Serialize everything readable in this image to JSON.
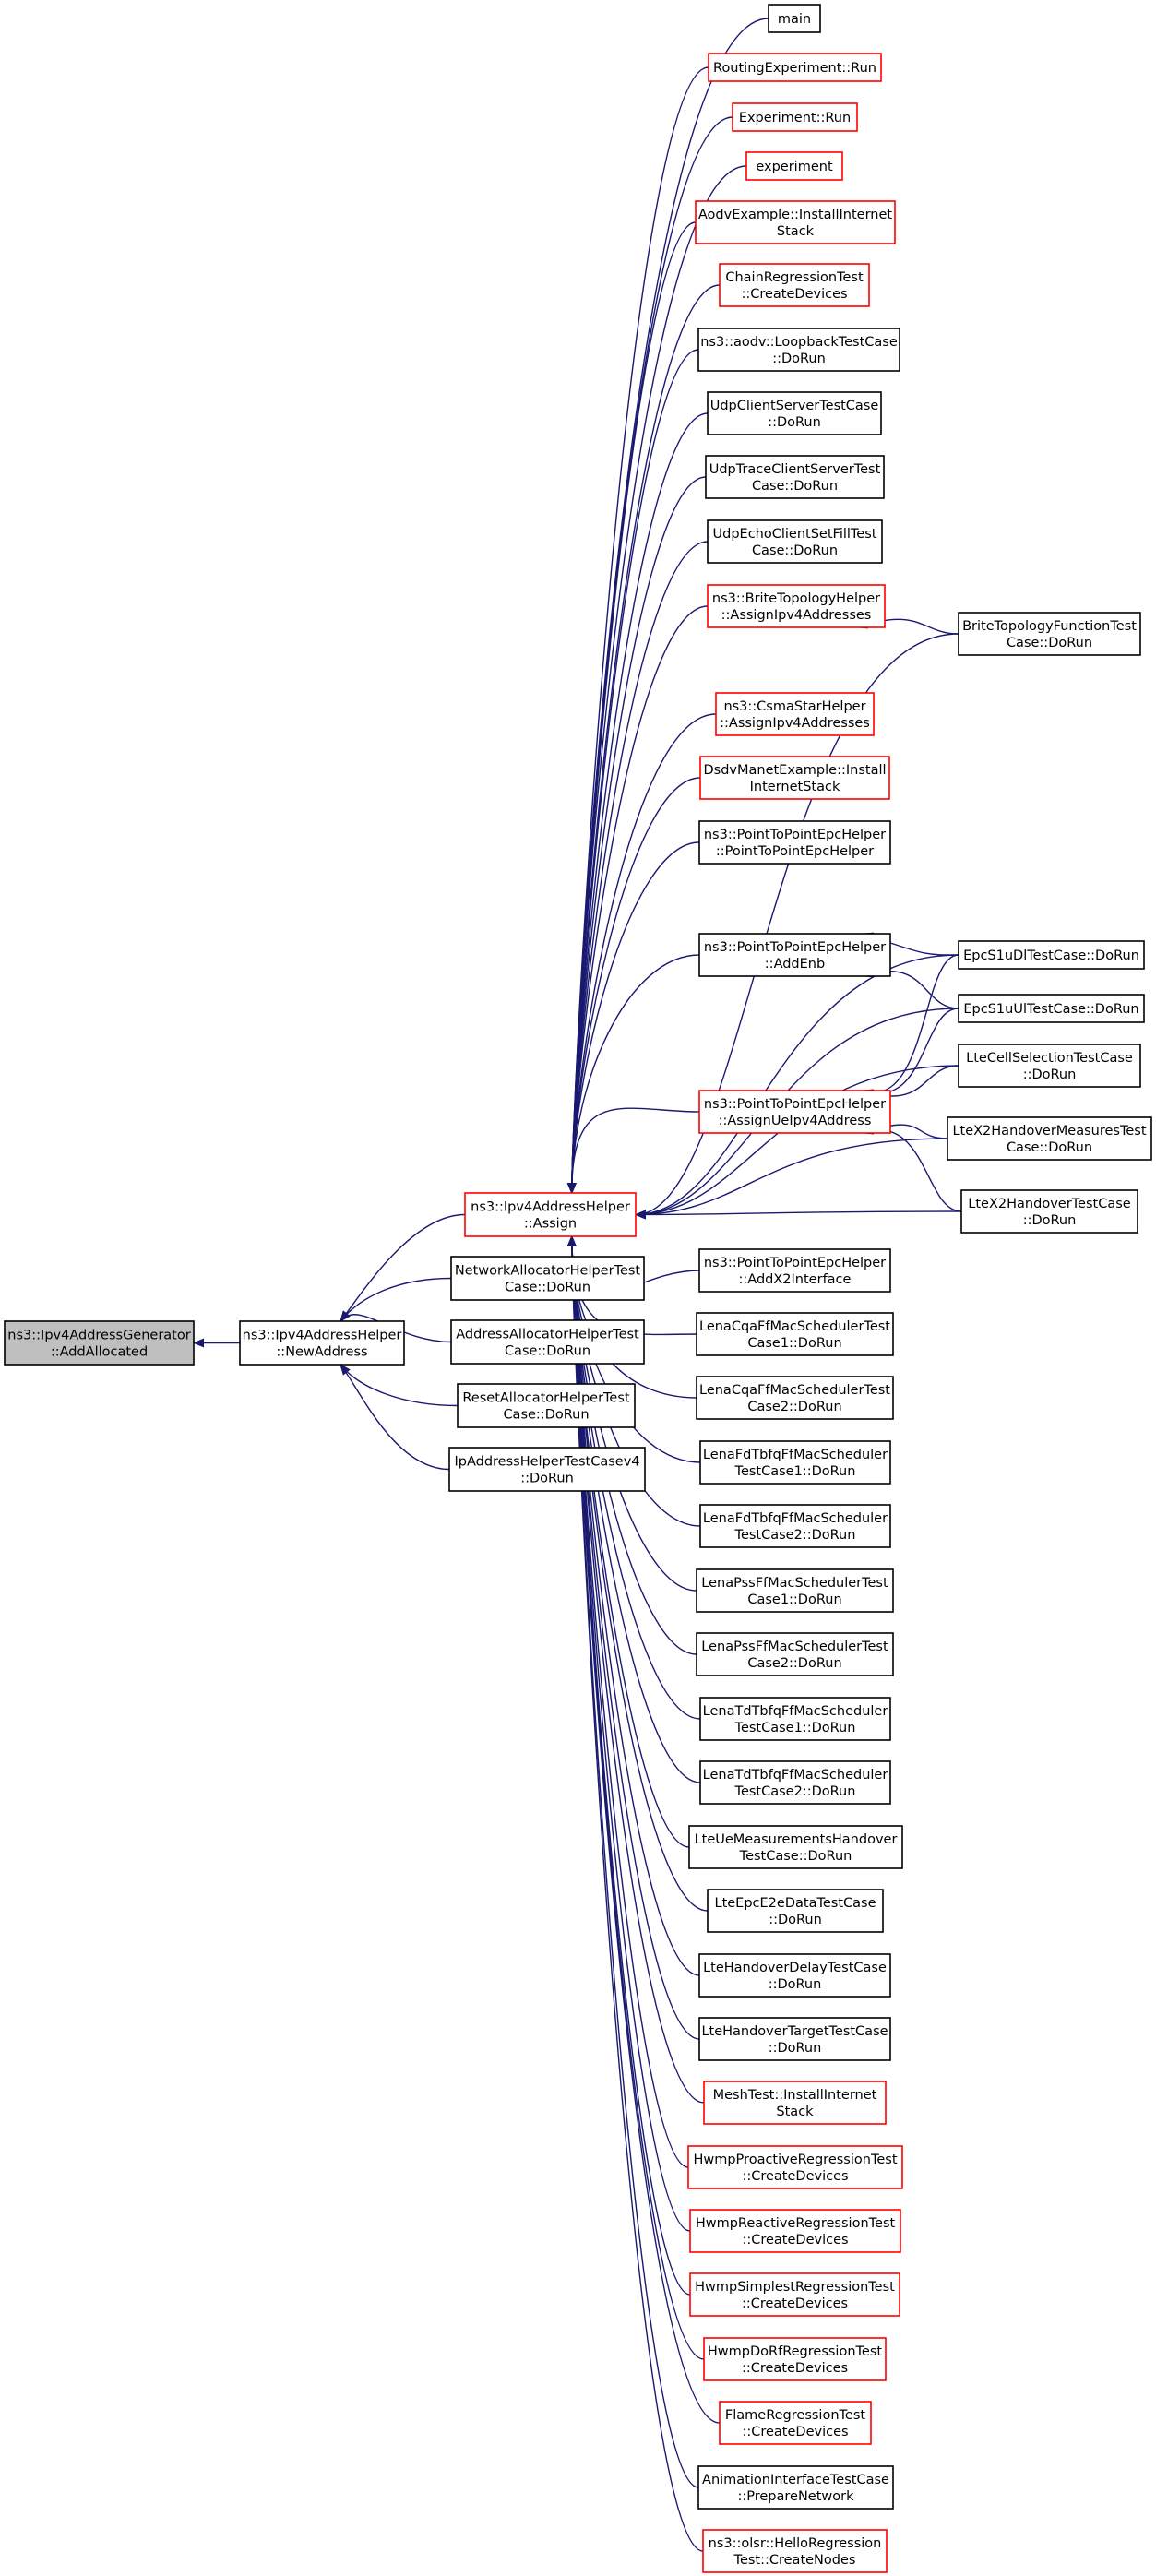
{
  "colors": {
    "edge": "#191970",
    "normal_border": "#000000",
    "truncated_border": "#ff0000",
    "focus_fill": "#bfbfbf",
    "node_fill": "#ffffff"
  },
  "nodes": [
    {
      "id": "addAllocated",
      "lines": [
        "ns3::Ipv4AddressGenerator",
        "::AddAllocated"
      ],
      "style": "focus"
    },
    {
      "id": "newAddress",
      "lines": [
        "ns3::Ipv4AddressHelper",
        "::NewAddress"
      ],
      "style": "normal"
    },
    {
      "id": "assign",
      "lines": [
        "ns3::Ipv4AddressHelper",
        "::Assign"
      ],
      "style": "truncated"
    },
    {
      "id": "netAlloc",
      "lines": [
        "NetworkAllocatorHelperTest",
        "Case::DoRun"
      ],
      "style": "normal"
    },
    {
      "id": "addrAlloc",
      "lines": [
        "AddressAllocatorHelperTest",
        "Case::DoRun"
      ],
      "style": "normal"
    },
    {
      "id": "resetAlloc",
      "lines": [
        "ResetAllocatorHelperTest",
        "Case::DoRun"
      ],
      "style": "normal"
    },
    {
      "id": "ipAddrHelper",
      "lines": [
        "IpAddressHelperTestCasev4",
        "::DoRun"
      ],
      "style": "normal"
    },
    {
      "id": "main",
      "lines": [
        "main"
      ],
      "style": "normal"
    },
    {
      "id": "routingExp",
      "lines": [
        "RoutingExperiment::Run"
      ],
      "style": "truncated"
    },
    {
      "id": "expRun",
      "lines": [
        "Experiment::Run"
      ],
      "style": "truncated"
    },
    {
      "id": "experiment",
      "lines": [
        "experiment"
      ],
      "style": "truncated"
    },
    {
      "id": "aodvExample",
      "lines": [
        "AodvExample::InstallInternet",
        "Stack"
      ],
      "style": "truncated"
    },
    {
      "id": "chainReg",
      "lines": [
        "ChainRegressionTest",
        "::CreateDevices"
      ],
      "style": "truncated"
    },
    {
      "id": "aodvLoopback",
      "lines": [
        "ns3::aodv::LoopbackTestCase",
        "::DoRun"
      ],
      "style": "normal"
    },
    {
      "id": "udpClientServer",
      "lines": [
        "UdpClientServerTestCase",
        "::DoRun"
      ],
      "style": "normal"
    },
    {
      "id": "udpTrace",
      "lines": [
        "UdpTraceClientServerTest",
        "Case::DoRun"
      ],
      "style": "normal"
    },
    {
      "id": "udpEcho",
      "lines": [
        "UdpEchoClientSetFillTest",
        "Case::DoRun"
      ],
      "style": "normal"
    },
    {
      "id": "brite",
      "lines": [
        "ns3::BriteTopologyHelper",
        "::AssignIpv4Addresses"
      ],
      "style": "truncated"
    },
    {
      "id": "briteTest",
      "lines": [
        "BriteTopologyFunctionTest",
        "Case::DoRun"
      ],
      "style": "normal"
    },
    {
      "id": "csma",
      "lines": [
        "ns3::CsmaStarHelper",
        "::AssignIpv4Addresses"
      ],
      "style": "truncated"
    },
    {
      "id": "dsdv",
      "lines": [
        "DsdvManetExample::Install",
        "InternetStack"
      ],
      "style": "truncated"
    },
    {
      "id": "p2pCtor",
      "lines": [
        "ns3::PointToPointEpcHelper",
        "::PointToPointEpcHelper"
      ],
      "style": "normal"
    },
    {
      "id": "p2pAddEnb",
      "lines": [
        "ns3::PointToPointEpcHelper",
        "::AddEnb"
      ],
      "style": "normal"
    },
    {
      "id": "epcDl",
      "lines": [
        "EpcS1uDlTestCase::DoRun"
      ],
      "style": "normal"
    },
    {
      "id": "epcUl",
      "lines": [
        "EpcS1uUlTestCase::DoRun"
      ],
      "style": "normal"
    },
    {
      "id": "lteCellSel",
      "lines": [
        "LteCellSelectionTestCase",
        "::DoRun"
      ],
      "style": "normal"
    },
    {
      "id": "p2pAssignUe",
      "lines": [
        "ns3::PointToPointEpcHelper",
        "::AssignUeIpv4Address"
      ],
      "style": "truncated"
    },
    {
      "id": "lteX2Meas",
      "lines": [
        "LteX2HandoverMeasuresTest",
        "Case::DoRun"
      ],
      "style": "normal"
    },
    {
      "id": "lteX2",
      "lines": [
        "LteX2HandoverTestCase",
        "::DoRun"
      ],
      "style": "normal"
    },
    {
      "id": "p2pAddX2",
      "lines": [
        "ns3::PointToPointEpcHelper",
        "::AddX2Interface"
      ],
      "style": "normal"
    },
    {
      "id": "lenaCqa1",
      "lines": [
        "LenaCqaFfMacSchedulerTest",
        "Case1::DoRun"
      ],
      "style": "normal"
    },
    {
      "id": "lenaCqa2",
      "lines": [
        "LenaCqaFfMacSchedulerTest",
        "Case2::DoRun"
      ],
      "style": "normal"
    },
    {
      "id": "lenaFd1",
      "lines": [
        "LenaFdTbfqFfMacScheduler",
        "TestCase1::DoRun"
      ],
      "style": "normal"
    },
    {
      "id": "lenaFd2",
      "lines": [
        "LenaFdTbfqFfMacScheduler",
        "TestCase2::DoRun"
      ],
      "style": "normal"
    },
    {
      "id": "lenaPss1",
      "lines": [
        "LenaPssFfMacSchedulerTest",
        "Case1::DoRun"
      ],
      "style": "normal"
    },
    {
      "id": "lenaPss2",
      "lines": [
        "LenaPssFfMacSchedulerTest",
        "Case2::DoRun"
      ],
      "style": "normal"
    },
    {
      "id": "lenaTd1",
      "lines": [
        "LenaTdTbfqFfMacScheduler",
        "TestCase1::DoRun"
      ],
      "style": "normal"
    },
    {
      "id": "lenaTd2",
      "lines": [
        "LenaTdTbfqFfMacScheduler",
        "TestCase2::DoRun"
      ],
      "style": "normal"
    },
    {
      "id": "lteUeMeas",
      "lines": [
        "LteUeMeasurementsHandover",
        "TestCase::DoRun"
      ],
      "style": "normal"
    },
    {
      "id": "lteEpcE2e",
      "lines": [
        "LteEpcE2eDataTestCase",
        "::DoRun"
      ],
      "style": "normal"
    },
    {
      "id": "lteHoDelay",
      "lines": [
        "LteHandoverDelayTestCase",
        "::DoRun"
      ],
      "style": "normal"
    },
    {
      "id": "lteHoTarget",
      "lines": [
        "LteHandoverTargetTestCase",
        "::DoRun"
      ],
      "style": "normal"
    },
    {
      "id": "meshTest",
      "lines": [
        "MeshTest::InstallInternet",
        "Stack"
      ],
      "style": "truncated"
    },
    {
      "id": "hwmpProactive",
      "lines": [
        "HwmpProactiveRegressionTest",
        "::CreateDevices"
      ],
      "style": "truncated"
    },
    {
      "id": "hwmpReactive",
      "lines": [
        "HwmpReactiveRegressionTest",
        "::CreateDevices"
      ],
      "style": "truncated"
    },
    {
      "id": "hwmpSimplest",
      "lines": [
        "HwmpSimplestRegressionTest",
        "::CreateDevices"
      ],
      "style": "truncated"
    },
    {
      "id": "hwmpDoRf",
      "lines": [
        "HwmpDoRfRegressionTest",
        "::CreateDevices"
      ],
      "style": "truncated"
    },
    {
      "id": "flame",
      "lines": [
        "FlameRegressionTest",
        "::CreateDevices"
      ],
      "style": "truncated"
    },
    {
      "id": "animation",
      "lines": [
        "AnimationInterfaceTestCase",
        "::PrepareNetwork"
      ],
      "style": "normal"
    },
    {
      "id": "olsr",
      "lines": [
        "ns3::olsr::HelloRegression",
        "Test::CreateNodes"
      ],
      "style": "truncated"
    }
  ],
  "edges": [
    [
      "newAddress",
      "addAllocated"
    ],
    [
      "assign",
      "newAddress"
    ],
    [
      "netAlloc",
      "newAddress"
    ],
    [
      "addrAlloc",
      "newAddress"
    ],
    [
      "resetAlloc",
      "newAddress"
    ],
    [
      "ipAddrHelper",
      "newAddress"
    ],
    [
      "main",
      "assign"
    ],
    [
      "routingExp",
      "assign"
    ],
    [
      "expRun",
      "assign"
    ],
    [
      "experiment",
      "assign"
    ],
    [
      "aodvExample",
      "assign"
    ],
    [
      "chainReg",
      "assign"
    ],
    [
      "aodvLoopback",
      "assign"
    ],
    [
      "udpClientServer",
      "assign"
    ],
    [
      "udpTrace",
      "assign"
    ],
    [
      "udpEcho",
      "assign"
    ],
    [
      "brite",
      "assign"
    ],
    [
      "briteTest",
      "assign"
    ],
    [
      "briteTest",
      "brite"
    ],
    [
      "csma",
      "assign"
    ],
    [
      "dsdv",
      "assign"
    ],
    [
      "p2pCtor",
      "assign"
    ],
    [
      "p2pAddEnb",
      "assign"
    ],
    [
      "epcDl",
      "assign"
    ],
    [
      "epcDl",
      "p2pAddEnb"
    ],
    [
      "epcDl",
      "p2pAssignUe"
    ],
    [
      "epcUl",
      "assign"
    ],
    [
      "epcUl",
      "p2pAddEnb"
    ],
    [
      "epcUl",
      "p2pAssignUe"
    ],
    [
      "lteCellSel",
      "assign"
    ],
    [
      "lteCellSel",
      "p2pAssignUe"
    ],
    [
      "p2pAssignUe",
      "assign"
    ],
    [
      "lteX2Meas",
      "assign"
    ],
    [
      "lteX2Meas",
      "p2pAssignUe"
    ],
    [
      "lteX2",
      "assign"
    ],
    [
      "lteX2",
      "p2pAssignUe"
    ],
    [
      "p2pAddX2",
      "assign"
    ],
    [
      "lenaCqa1",
      "assign"
    ],
    [
      "lenaCqa2",
      "assign"
    ],
    [
      "lenaFd1",
      "assign"
    ],
    [
      "lenaFd2",
      "assign"
    ],
    [
      "lenaPss1",
      "assign"
    ],
    [
      "lenaPss2",
      "assign"
    ],
    [
      "lenaTd1",
      "assign"
    ],
    [
      "lenaTd2",
      "assign"
    ],
    [
      "lteUeMeas",
      "assign"
    ],
    [
      "lteEpcE2e",
      "assign"
    ],
    [
      "lteHoDelay",
      "assign"
    ],
    [
      "lteHoTarget",
      "assign"
    ],
    [
      "meshTest",
      "assign"
    ],
    [
      "hwmpProactive",
      "assign"
    ],
    [
      "hwmpReactive",
      "assign"
    ],
    [
      "hwmpSimplest",
      "assign"
    ],
    [
      "hwmpDoRf",
      "assign"
    ],
    [
      "flame",
      "assign"
    ],
    [
      "animation",
      "assign"
    ],
    [
      "olsr",
      "assign"
    ]
  ]
}
